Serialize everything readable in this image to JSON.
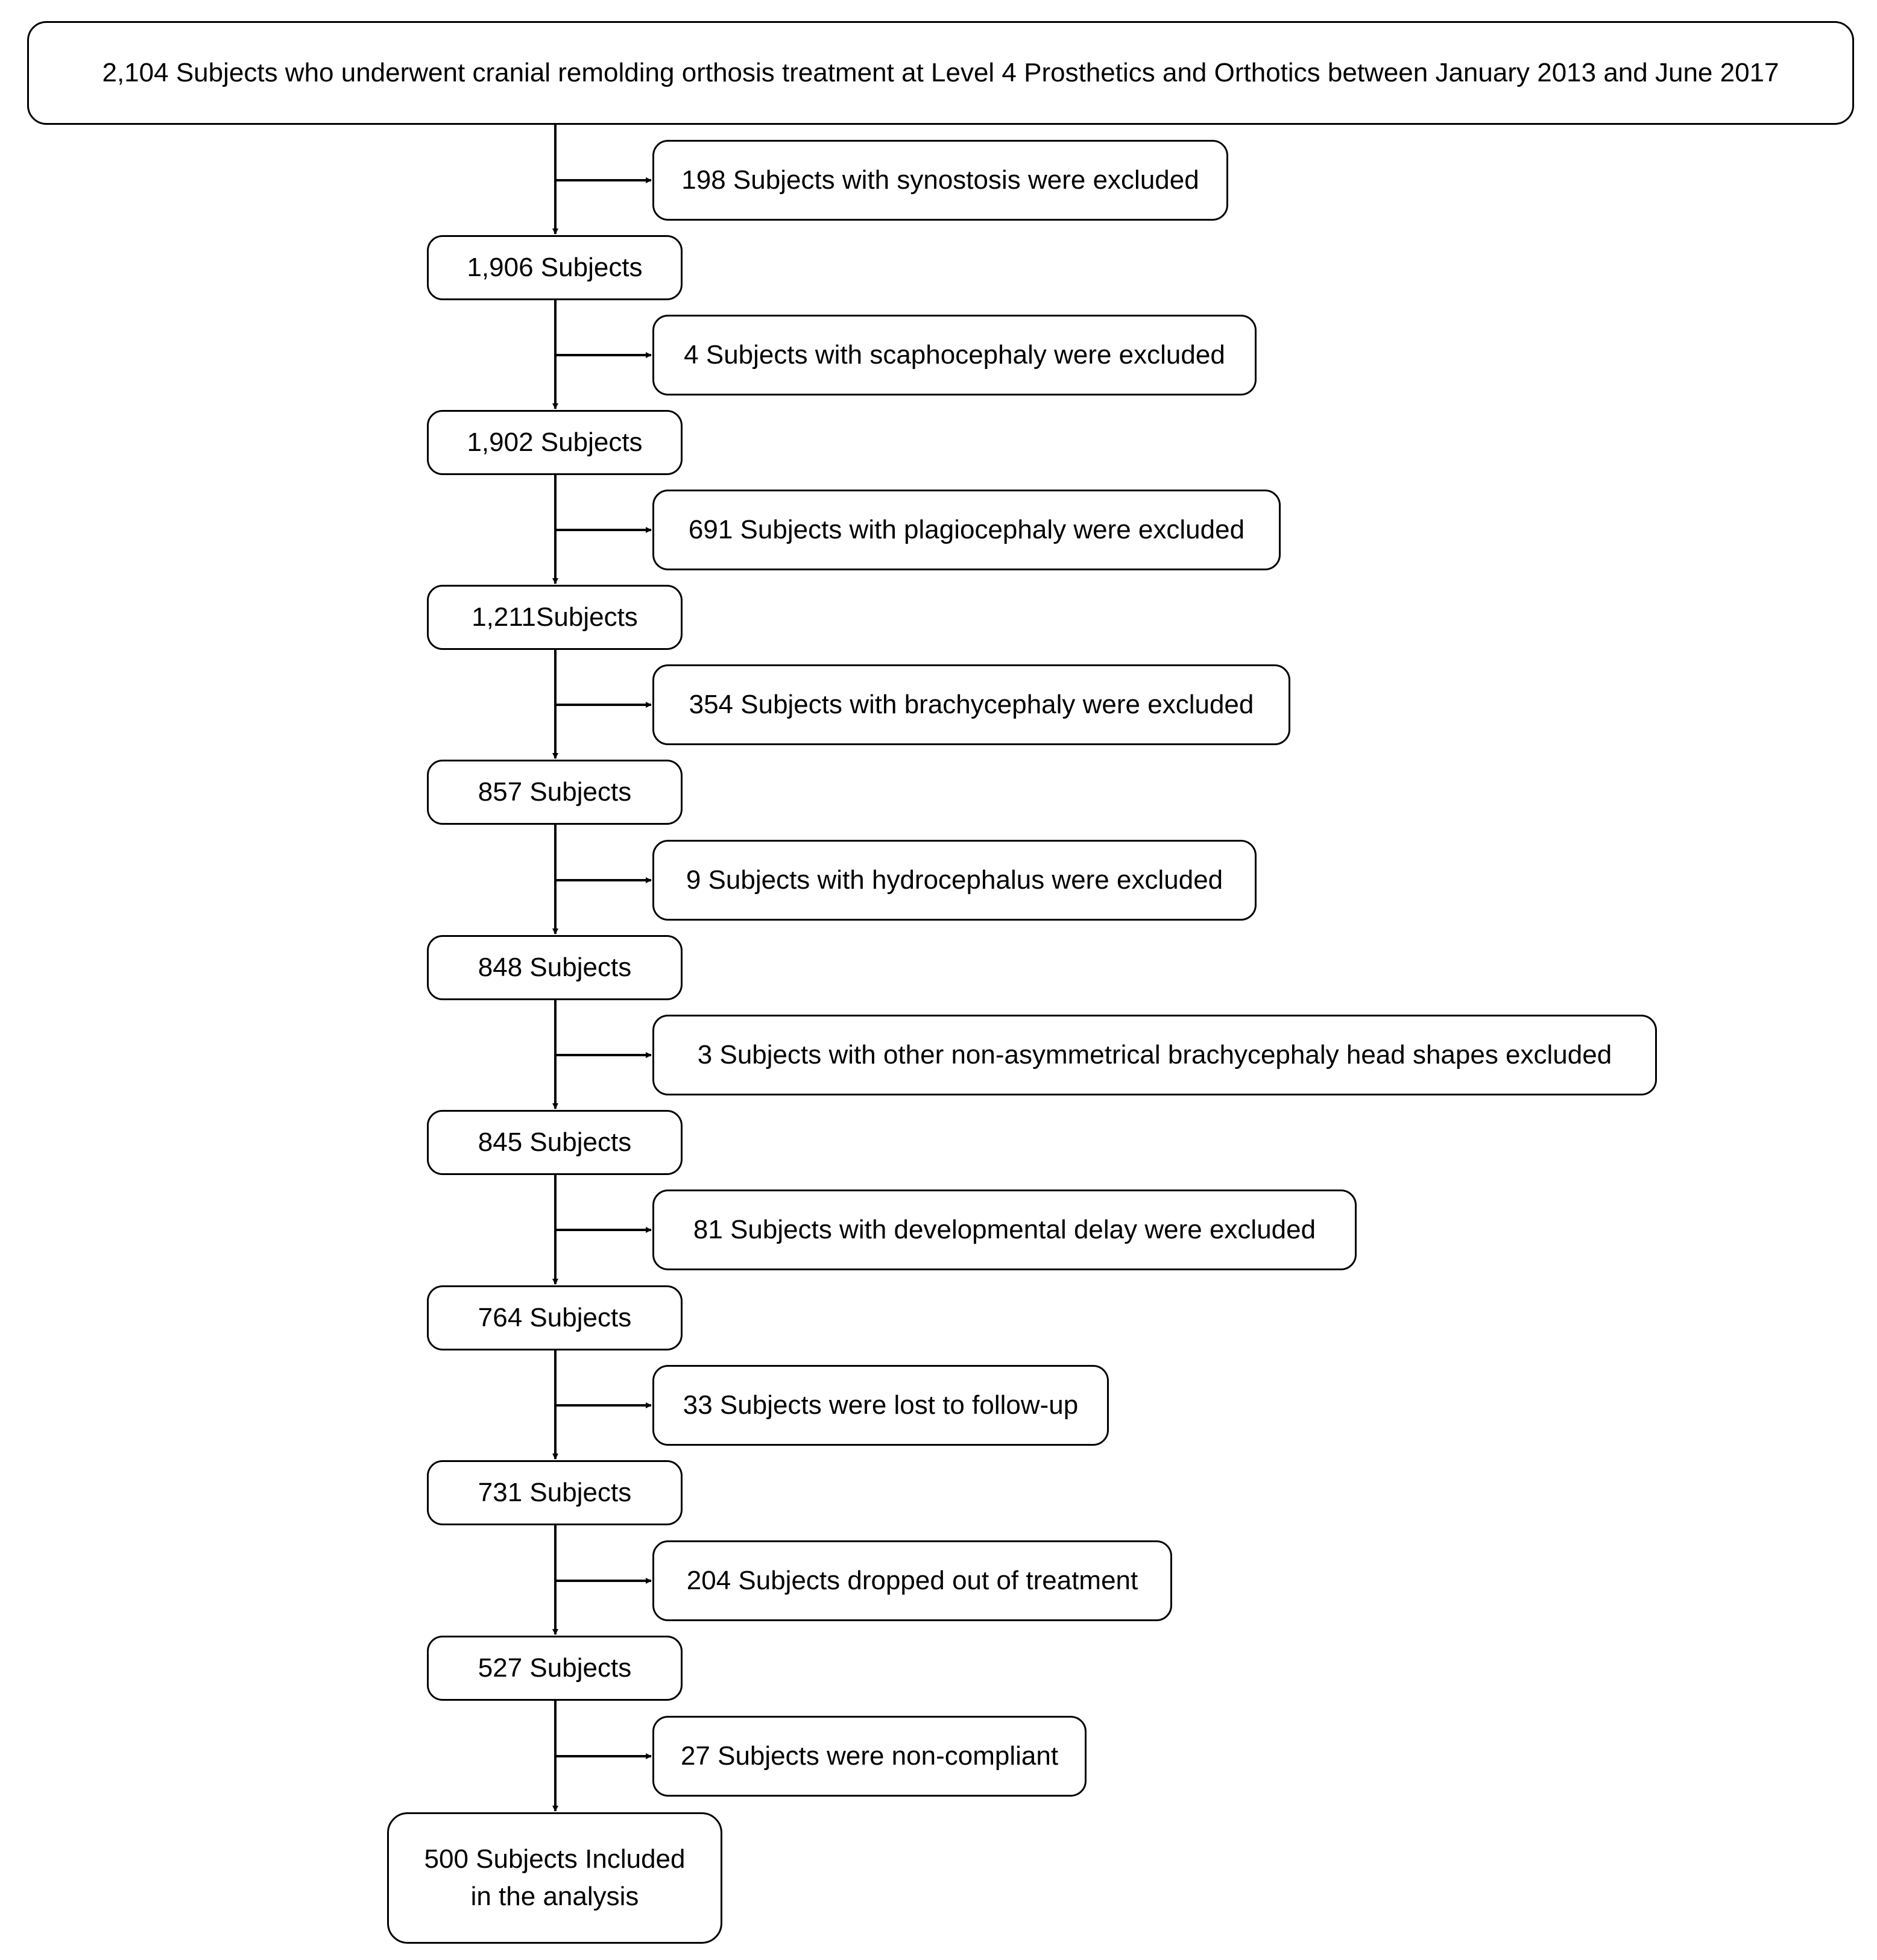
{
  "top": "2,104 Subjects who underwent cranial remolding orthosis treatment at Level 4 Prosthetics and Orthotics between  January 2013 and June 2017",
  "steps": [
    {
      "excluded": "198 Subjects with synostosis were excluded",
      "remaining": "1,906 Subjects"
    },
    {
      "excluded": "4 Subjects with scaphocephaly were excluded",
      "remaining": "1,902 Subjects"
    },
    {
      "excluded": "691 Subjects with plagiocephaly were excluded",
      "remaining": "1,211Subjects"
    },
    {
      "excluded": "354 Subjects with brachycephaly were excluded",
      "remaining": "857 Subjects"
    },
    {
      "excluded": "9 Subjects with hydrocephalus were excluded",
      "remaining": "848 Subjects"
    },
    {
      "excluded": "3 Subjects with other non-asymmetrical brachycephaly head shapes excluded",
      "remaining": "845 Subjects"
    },
    {
      "excluded": "81 Subjects with developmental delay were excluded",
      "remaining": "764 Subjects"
    },
    {
      "excluded": "33 Subjects were lost to follow-up",
      "remaining": "731 Subjects"
    },
    {
      "excluded": "204 Subjects dropped out of treatment",
      "remaining": "527 Subjects"
    },
    {
      "excluded": "27 Subjects were non-compliant",
      "remaining": ""
    }
  ],
  "final": {
    "line1": "500 Subjects Included",
    "line2": "in the analysis"
  }
}
